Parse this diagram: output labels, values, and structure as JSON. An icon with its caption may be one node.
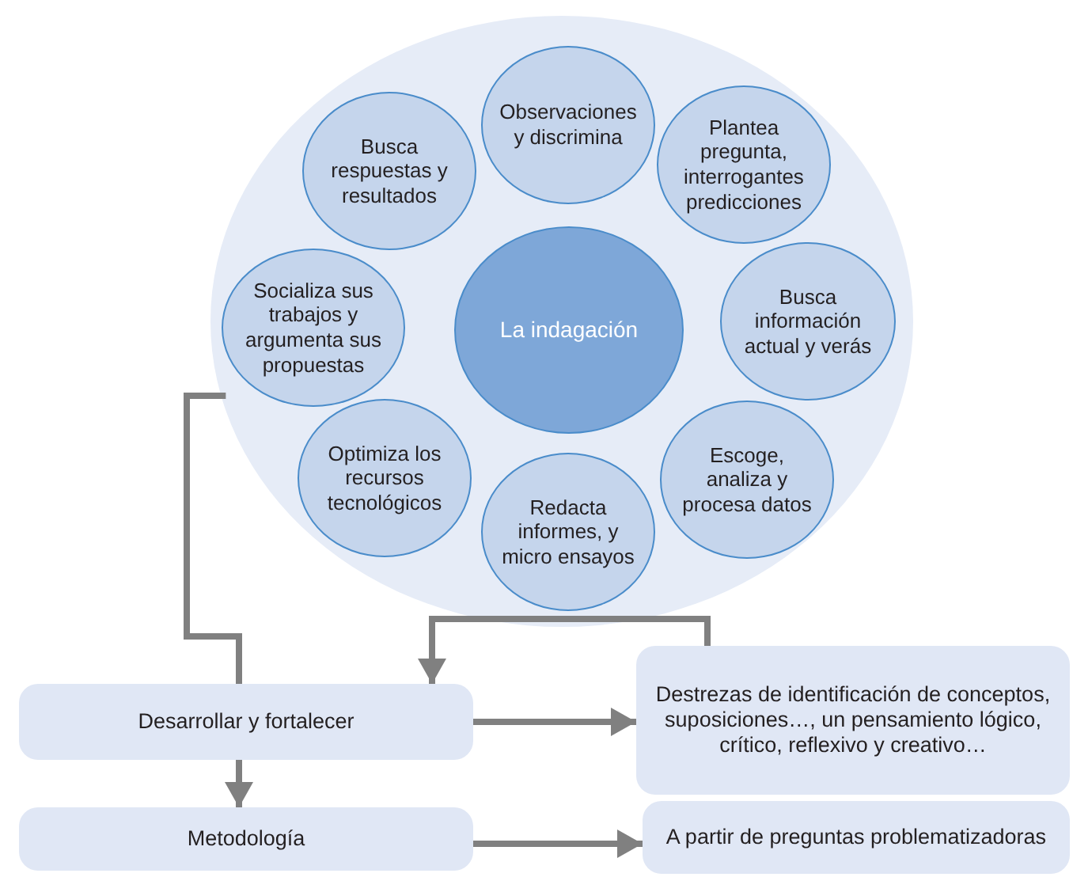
{
  "diagram": {
    "nodes": [
      {
        "text": [],
        "shape": "circle"
      },
      {
        "text": [
          "Busca respuestas y resultados"
        ],
        "in": 0
      },
      {
        "text": [
          "Observaciones y discrimina"
        ],
        "in": 0
      },
      {
        "text": [
          "Plantea pregunta, interrogantes predicciones"
        ],
        "in": 0
      },
      {
        "text": [
          "Socializa sus trabajos y argumenta sus propuestas"
        ],
        "in": 0
      },
      {
        "text": [
          "La indagación"
        ],
        "in": 0
      },
      {
        "text": [
          "Busca información actual y verás"
        ],
        "in": 0
      },
      {
        "text": [
          "Optimiza los recursos tecnológicos"
        ],
        "in": 0
      },
      {
        "text": [
          "Redacta informes, y micro ensayos"
        ],
        "in": 0
      },
      {
        "text": [
          "Escoge, analiza y procesa datos"
        ],
        "in": 0
      },
      {
        "text": [
          "Desarrollar y fortalecer"
        ]
      },
      {
        "text": [
          "Destrezas de identificación de conceptos, suposiciones…, un pensamiento lógico, crítico, reflexivo y creativo…"
        ]
      },
      {
        "text": [
          "Metodología"
        ]
      },
      {
        "text": [
          "A partir de preguntas problematizadoras"
        ]
      }
    ],
    "edges": [
      {
        "from": 0,
        "to": 10,
        "arrow": "none"
      },
      {
        "from": 11,
        "to": 10,
        "arrow": "to"
      },
      {
        "from": 10,
        "to": 11,
        "arrow": "to"
      },
      {
        "from": 10,
        "to": 12,
        "arrow": "to"
      },
      {
        "from": 12,
        "to": 13,
        "arrow": "to"
      }
    ]
  }
}
